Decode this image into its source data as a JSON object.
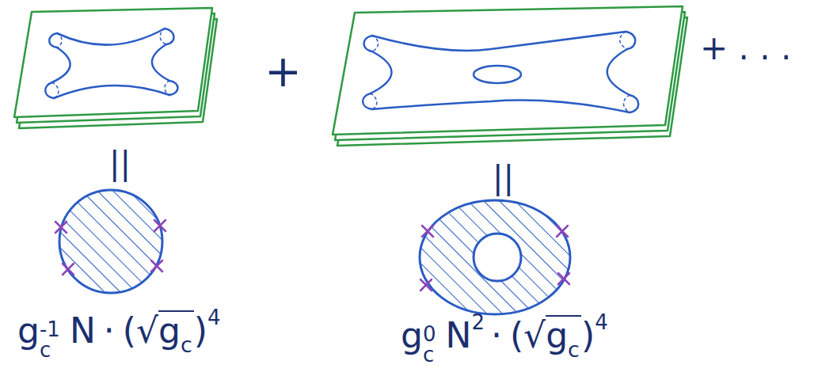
{
  "diagram": {
    "labels": [
      "+",
      "+ . . .",
      "||",
      "||",
      "g",
      "c",
      "-1",
      "N",
      "·",
      "(√",
      "g",
      "c",
      ")",
      "4",
      "g",
      "c",
      "0",
      "N",
      "2",
      "·",
      "(√",
      "g",
      "c",
      ")",
      "4"
    ]
  }
}
